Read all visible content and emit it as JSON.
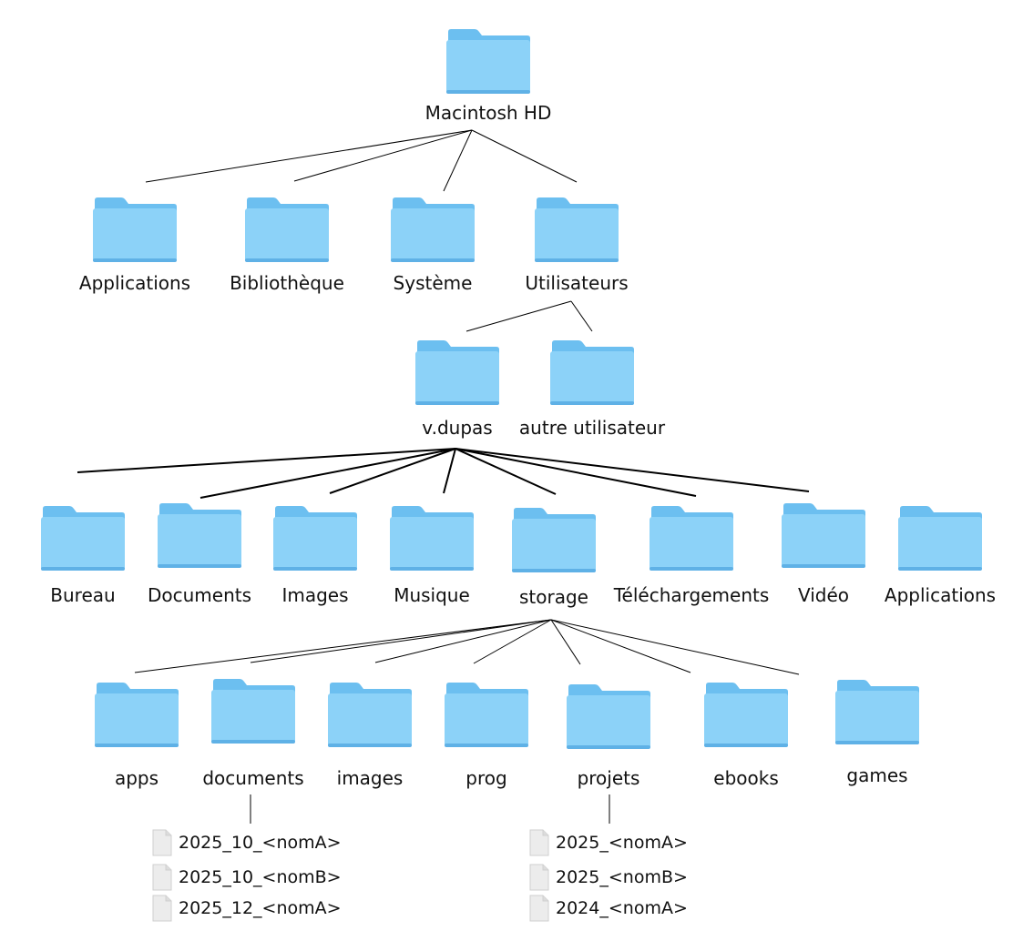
{
  "tree": {
    "root": {
      "label": "Macintosh HD"
    },
    "level1": [
      {
        "label": "Applications"
      },
      {
        "label": "Bibliothèque"
      },
      {
        "label": "Système"
      },
      {
        "label": "Utilisateurs"
      }
    ],
    "users": [
      {
        "label": "v.dupas"
      },
      {
        "label": "autre utilisateur"
      }
    ],
    "home": [
      {
        "label": "Bureau"
      },
      {
        "label": "Documents"
      },
      {
        "label": "Images"
      },
      {
        "label": "Musique"
      },
      {
        "label": "storage"
      },
      {
        "label": "Téléchargements"
      },
      {
        "label": "Vidéo"
      },
      {
        "label": "Applications"
      }
    ],
    "storage": [
      {
        "label": "apps"
      },
      {
        "label": "documents"
      },
      {
        "label": "images"
      },
      {
        "label": "prog"
      },
      {
        "label": "projets"
      },
      {
        "label": "ebooks"
      },
      {
        "label": "games"
      }
    ],
    "documents_files": [
      {
        "label": "2025_10_<nomA>"
      },
      {
        "label": "2025_10_<nomB>"
      },
      {
        "label": "2025_12_<nomA>"
      }
    ],
    "projets_files": [
      {
        "label": "2025_<nomA>"
      },
      {
        "label": "2025_<nomB>"
      },
      {
        "label": "2024_<nomA>"
      }
    ]
  },
  "colors": {
    "folder_back": "#6CBFF0",
    "folder_front": "#8CD2F8",
    "file": "#ececec",
    "line": "#000000"
  }
}
